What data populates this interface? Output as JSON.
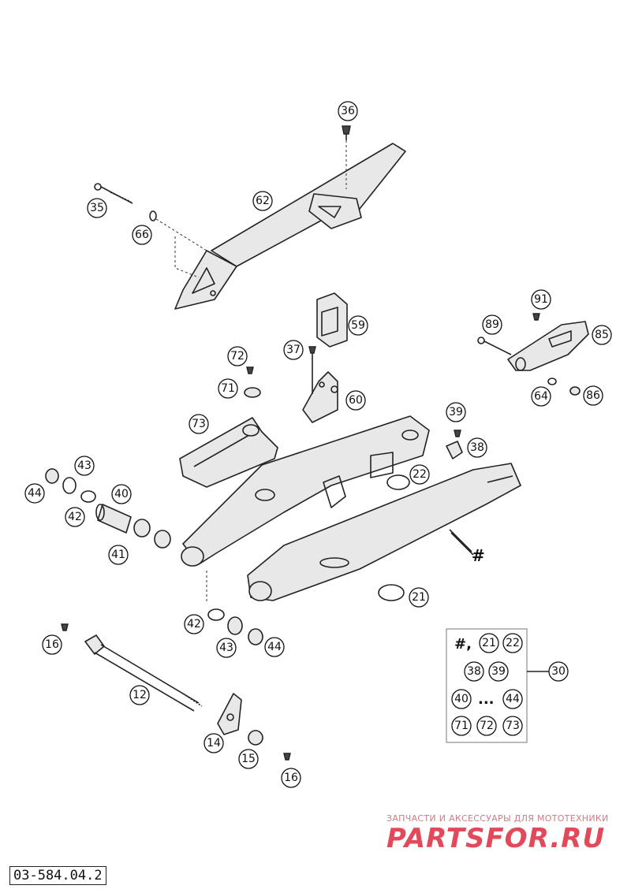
{
  "diagram": {
    "reference_code": "03-584.04.2",
    "callouts": [
      {
        "id": "c36",
        "label": "36"
      },
      {
        "id": "c35",
        "label": "35"
      },
      {
        "id": "c62",
        "label": "62"
      },
      {
        "id": "c66",
        "label": "66"
      },
      {
        "id": "c59",
        "label": "59"
      },
      {
        "id": "c91",
        "label": "91"
      },
      {
        "id": "c89",
        "label": "89"
      },
      {
        "id": "c85",
        "label": "85"
      },
      {
        "id": "c37",
        "label": "37"
      },
      {
        "id": "c72",
        "label": "72"
      },
      {
        "id": "c71",
        "label": "71"
      },
      {
        "id": "c60",
        "label": "60"
      },
      {
        "id": "c64",
        "label": "64"
      },
      {
        "id": "c86",
        "label": "86"
      },
      {
        "id": "c73",
        "label": "73"
      },
      {
        "id": "c39",
        "label": "39"
      },
      {
        "id": "c38",
        "label": "38"
      },
      {
        "id": "c43a",
        "label": "43"
      },
      {
        "id": "c44a",
        "label": "44"
      },
      {
        "id": "c40",
        "label": "40"
      },
      {
        "id": "c22",
        "label": "22"
      },
      {
        "id": "c42a",
        "label": "42"
      },
      {
        "id": "c41",
        "label": "41"
      },
      {
        "id": "c21",
        "label": "21"
      },
      {
        "id": "c42b",
        "label": "42"
      },
      {
        "id": "c43b",
        "label": "43"
      },
      {
        "id": "c44b",
        "label": "44"
      },
      {
        "id": "c16a",
        "label": "16"
      },
      {
        "id": "c12",
        "label": "12"
      },
      {
        "id": "c30",
        "label": "30"
      },
      {
        "id": "c14",
        "label": "14"
      },
      {
        "id": "c15",
        "label": "15"
      },
      {
        "id": "c16b",
        "label": "16"
      }
    ],
    "swingarm_marker": "#",
    "kit": {
      "line1_prefix": "#,",
      "line1": [
        "21",
        "22"
      ],
      "line2": [
        "38",
        "39"
      ],
      "line3_from": "40",
      "line3_sep": "...",
      "line3_to": "44",
      "line4": [
        "71",
        "72",
        "73"
      ]
    }
  },
  "watermark": {
    "tagline": "ЗАПЧАСТИ И АКСЕССУАРЫ ДЛЯ МОТОТЕХНИКИ",
    "logo": "PARTSFOR.RU",
    "color": "#e24a5c"
  }
}
